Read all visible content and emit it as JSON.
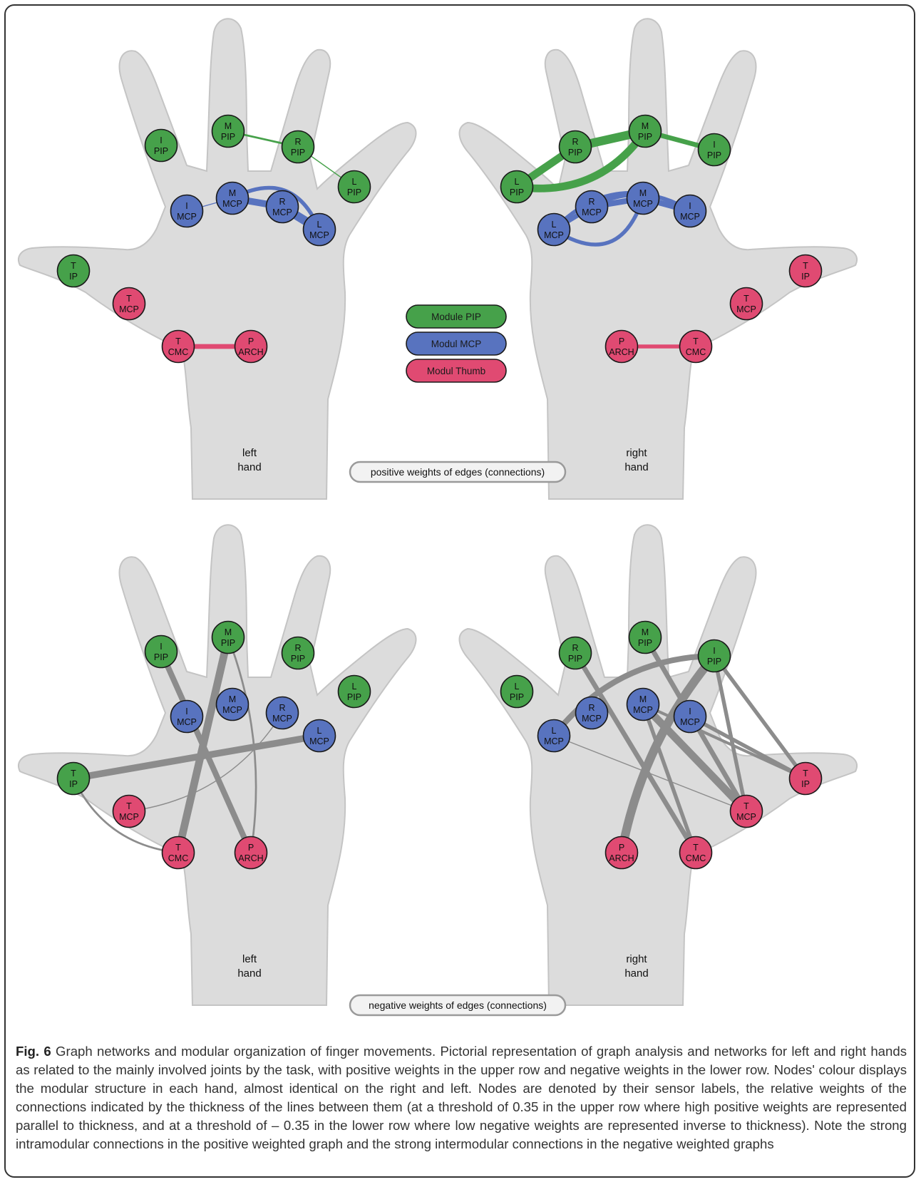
{
  "colors": {
    "pip": "#46a14a",
    "mcp": "#5873bf",
    "thumb": "#e04a72",
    "negative_edge": "#8c8c8c",
    "hand": "#dcdcdc",
    "hand_edge": "#c4c4c4"
  },
  "legend": [
    {
      "label": "Module PIP",
      "module": "pip"
    },
    {
      "label": "Modul MCP",
      "module": "mcp"
    },
    {
      "label": "Modul Thumb",
      "module": "thumb"
    }
  ],
  "badges": {
    "positive": "positive weights of edges (connections)",
    "negative": "negative weights of edges (connections)"
  },
  "hand_labels": {
    "left": [
      "left",
      "hand"
    ],
    "right": [
      "right",
      "hand"
    ]
  },
  "panels": {
    "positive_left": {
      "nodes": [
        {
          "id": "IPIP",
          "lines": [
            "I",
            "PIP"
          ],
          "module": "pip"
        },
        {
          "id": "MPIP",
          "lines": [
            "M",
            "PIP"
          ],
          "module": "pip"
        },
        {
          "id": "RPIP",
          "lines": [
            "R",
            "PIP"
          ],
          "module": "pip"
        },
        {
          "id": "LPIP",
          "lines": [
            "L",
            "PIP"
          ],
          "module": "pip"
        },
        {
          "id": "IMCP",
          "lines": [
            "I",
            "MCP"
          ],
          "module": "mcp"
        },
        {
          "id": "MMCP",
          "lines": [
            "M",
            "MCP"
          ],
          "module": "mcp"
        },
        {
          "id": "RMCP",
          "lines": [
            "R",
            "MCP"
          ],
          "module": "mcp"
        },
        {
          "id": "LMCP",
          "lines": [
            "L",
            "MCP"
          ],
          "module": "mcp"
        },
        {
          "id": "TIP",
          "lines": [
            "T",
            "IP"
          ],
          "module": "pip"
        },
        {
          "id": "TMCP",
          "lines": [
            "T",
            "MCP"
          ],
          "module": "thumb"
        },
        {
          "id": "TCMC",
          "lines": [
            "T",
            "CMC"
          ],
          "module": "thumb"
        },
        {
          "id": "PARCH",
          "lines": [
            "P",
            "ARCH"
          ],
          "module": "thumb"
        }
      ],
      "edges": [
        {
          "from": "MPIP",
          "to": "RPIP",
          "weight": 2,
          "module": "pip"
        },
        {
          "from": "RPIP",
          "to": "LPIP",
          "weight": 1,
          "module": "pip"
        },
        {
          "from": "IMCP",
          "to": "MMCP",
          "weight": 1,
          "module": "mcp"
        },
        {
          "from": "MMCP",
          "to": "RMCP",
          "weight": 7,
          "module": "mcp"
        },
        {
          "from": "RMCP",
          "to": "LMCP",
          "weight": 9,
          "module": "mcp"
        },
        {
          "from": "MMCP",
          "to": "LMCP",
          "weight": 4,
          "module": "mcp",
          "curve": -70
        },
        {
          "from": "TCMC",
          "to": "PARCH",
          "weight": 5,
          "module": "thumb"
        }
      ]
    },
    "positive_right": {
      "nodes": [
        {
          "id": "LPIP",
          "lines": [
            "L",
            "PIP"
          ],
          "module": "pip"
        },
        {
          "id": "RPIP",
          "lines": [
            "R",
            "PIP"
          ],
          "module": "pip"
        },
        {
          "id": "MPIP",
          "lines": [
            "M",
            "PIP"
          ],
          "module": "pip"
        },
        {
          "id": "IPIP",
          "lines": [
            "I",
            "PIP"
          ],
          "module": "pip"
        },
        {
          "id": "LMCP",
          "lines": [
            "L",
            "MCP"
          ],
          "module": "mcp"
        },
        {
          "id": "RMCP",
          "lines": [
            "R",
            "MCP"
          ],
          "module": "mcp"
        },
        {
          "id": "MMCP",
          "lines": [
            "M",
            "MCP"
          ],
          "module": "mcp"
        },
        {
          "id": "IMCP",
          "lines": [
            "I",
            "MCP"
          ],
          "module": "mcp"
        },
        {
          "id": "TIP",
          "lines": [
            "T",
            "IP"
          ],
          "module": "thumb"
        },
        {
          "id": "TMCP",
          "lines": [
            "T",
            "MCP"
          ],
          "module": "thumb"
        },
        {
          "id": "TCMC",
          "lines": [
            "T",
            "CMC"
          ],
          "module": "thumb"
        },
        {
          "id": "PARCH",
          "lines": [
            "P",
            "ARCH"
          ],
          "module": "thumb"
        }
      ],
      "edges": [
        {
          "from": "LPIP",
          "to": "RPIP",
          "weight": 8,
          "module": "pip"
        },
        {
          "from": "RPIP",
          "to": "MPIP",
          "weight": 9,
          "module": "pip"
        },
        {
          "from": "MPIP",
          "to": "IPIP",
          "weight": 5,
          "module": "pip"
        },
        {
          "from": "LPIP",
          "to": "MPIP",
          "weight": 8,
          "module": "pip",
          "curve": 60
        },
        {
          "from": "LMCP",
          "to": "RMCP",
          "weight": 5,
          "module": "mcp"
        },
        {
          "from": "RMCP",
          "to": "MMCP",
          "weight": 6,
          "module": "mcp"
        },
        {
          "from": "MMCP",
          "to": "IMCP",
          "weight": 6,
          "module": "mcp"
        },
        {
          "from": "LMCP",
          "to": "MMCP",
          "weight": 4,
          "module": "mcp",
          "curve": 85
        },
        {
          "from": "RMCP",
          "to": "IMCP",
          "weight": 4,
          "module": "mcp",
          "curve": -40
        },
        {
          "from": "LMCP",
          "to": "IMCP",
          "weight": 4,
          "module": "mcp",
          "curve": -75
        },
        {
          "from": "PARCH",
          "to": "TCMC",
          "weight": 4,
          "module": "thumb"
        }
      ]
    },
    "negative_left": {
      "nodes": [
        {
          "id": "IPIP",
          "lines": [
            "I",
            "PIP"
          ],
          "module": "pip"
        },
        {
          "id": "MPIP",
          "lines": [
            "M",
            "PIP"
          ],
          "module": "pip"
        },
        {
          "id": "RPIP",
          "lines": [
            "R",
            "PIP"
          ],
          "module": "pip"
        },
        {
          "id": "LPIP",
          "lines": [
            "L",
            "PIP"
          ],
          "module": "pip"
        },
        {
          "id": "IMCP",
          "lines": [
            "I",
            "MCP"
          ],
          "module": "mcp"
        },
        {
          "id": "MMCP",
          "lines": [
            "M",
            "MCP"
          ],
          "module": "mcp"
        },
        {
          "id": "RMCP",
          "lines": [
            "R",
            "MCP"
          ],
          "module": "mcp"
        },
        {
          "id": "LMCP",
          "lines": [
            "L",
            "MCP"
          ],
          "module": "mcp"
        },
        {
          "id": "TIP",
          "lines": [
            "T",
            "IP"
          ],
          "module": "pip"
        },
        {
          "id": "TMCP",
          "lines": [
            "T",
            "MCP"
          ],
          "module": "thumb"
        },
        {
          "id": "TCMC",
          "lines": [
            "T",
            "CMC"
          ],
          "module": "thumb"
        },
        {
          "id": "PARCH",
          "lines": [
            "P",
            "ARCH"
          ],
          "module": "thumb"
        }
      ],
      "edges": [
        {
          "from": "IPIP",
          "to": "PARCH",
          "weight": 6,
          "module": "neg"
        },
        {
          "from": "MPIP",
          "to": "TCMC",
          "weight": 8,
          "module": "neg"
        },
        {
          "from": "MPIP",
          "to": "PARCH",
          "weight": 2,
          "module": "neg",
          "curve": -40
        },
        {
          "from": "TIP",
          "to": "LMCP",
          "weight": 7,
          "module": "neg"
        },
        {
          "from": "TIP",
          "to": "TCMC",
          "weight": 2,
          "module": "neg",
          "curve": 50
        },
        {
          "from": "TMCP",
          "to": "RMCP",
          "weight": 1,
          "module": "neg",
          "curve": 60
        }
      ]
    },
    "negative_right": {
      "nodes": [
        {
          "id": "RPIP",
          "lines": [
            "R",
            "PIP"
          ],
          "module": "pip"
        },
        {
          "id": "MPIP",
          "lines": [
            "M",
            "PIP"
          ],
          "module": "pip"
        },
        {
          "id": "IPIP",
          "lines": [
            "I",
            "PIP"
          ],
          "module": "pip"
        },
        {
          "id": "LPIP",
          "lines": [
            "L",
            "PIP"
          ],
          "module": "pip"
        },
        {
          "id": "RMCP",
          "lines": [
            "R",
            "MCP"
          ],
          "module": "mcp"
        },
        {
          "id": "MMCP",
          "lines": [
            "M",
            "MCP"
          ],
          "module": "mcp"
        },
        {
          "id": "IMCP",
          "lines": [
            "I",
            "MCP"
          ],
          "module": "mcp"
        },
        {
          "id": "LMCP",
          "lines": [
            "L",
            "MCP"
          ],
          "module": "mcp"
        },
        {
          "id": "TIP",
          "lines": [
            "T",
            "IP"
          ],
          "module": "thumb"
        },
        {
          "id": "TMCP",
          "lines": [
            "T",
            "MCP"
          ],
          "module": "thumb"
        },
        {
          "id": "TCMC",
          "lines": [
            "T",
            "CMC"
          ],
          "module": "thumb"
        },
        {
          "id": "PARCH",
          "lines": [
            "P",
            "ARCH"
          ],
          "module": "thumb"
        }
      ],
      "edges": [
        {
          "from": "RPIP",
          "to": "TCMC",
          "weight": 5,
          "module": "neg"
        },
        {
          "from": "MPIP",
          "to": "TMCP",
          "weight": 5,
          "module": "neg"
        },
        {
          "from": "MMCP",
          "to": "TMCP",
          "weight": 8,
          "module": "neg"
        },
        {
          "from": "MMCP",
          "to": "TCMC",
          "weight": 4,
          "module": "neg"
        },
        {
          "from": "IPIP",
          "to": "PARCH",
          "weight": 9,
          "module": "neg",
          "curve": 40
        },
        {
          "from": "IPIP",
          "to": "LMCP",
          "weight": 6,
          "module": "neg",
          "curve": 60
        },
        {
          "from": "IPIP",
          "to": "TIP",
          "weight": 4,
          "module": "neg"
        },
        {
          "from": "IPIP",
          "to": "TMCP",
          "weight": 4,
          "module": "neg"
        },
        {
          "from": "IMCP",
          "to": "TIP",
          "weight": 4,
          "module": "neg"
        },
        {
          "from": "MMCP",
          "to": "TIP",
          "weight": 3,
          "module": "neg"
        },
        {
          "from": "LMCP",
          "to": "TMCP",
          "weight": 1,
          "module": "neg"
        }
      ]
    }
  },
  "caption": {
    "label": "Fig. 6",
    "text": "Graph networks and modular organization of finger movements. Pictorial representation of graph analysis and networks for left and right hands as related to the mainly involved joints by the task, with positive weights in the upper row and negative weights in the lower row. Nodes' colour displays the modular structure in each hand, almost identical on the right and left. Nodes are denoted by their sensor labels, the relative weights of the connections indicated by the thickness of the lines between them (at a threshold of 0.35 in the upper row where high positive weights are represented parallel to thickness, and at a threshold of – 0.35 in the lower row where low negative weights are represented inverse to thickness). Note the strong intramodular connections in the positive weighted graph and the strong intermodular connections in the negative weighted graphs"
  }
}
